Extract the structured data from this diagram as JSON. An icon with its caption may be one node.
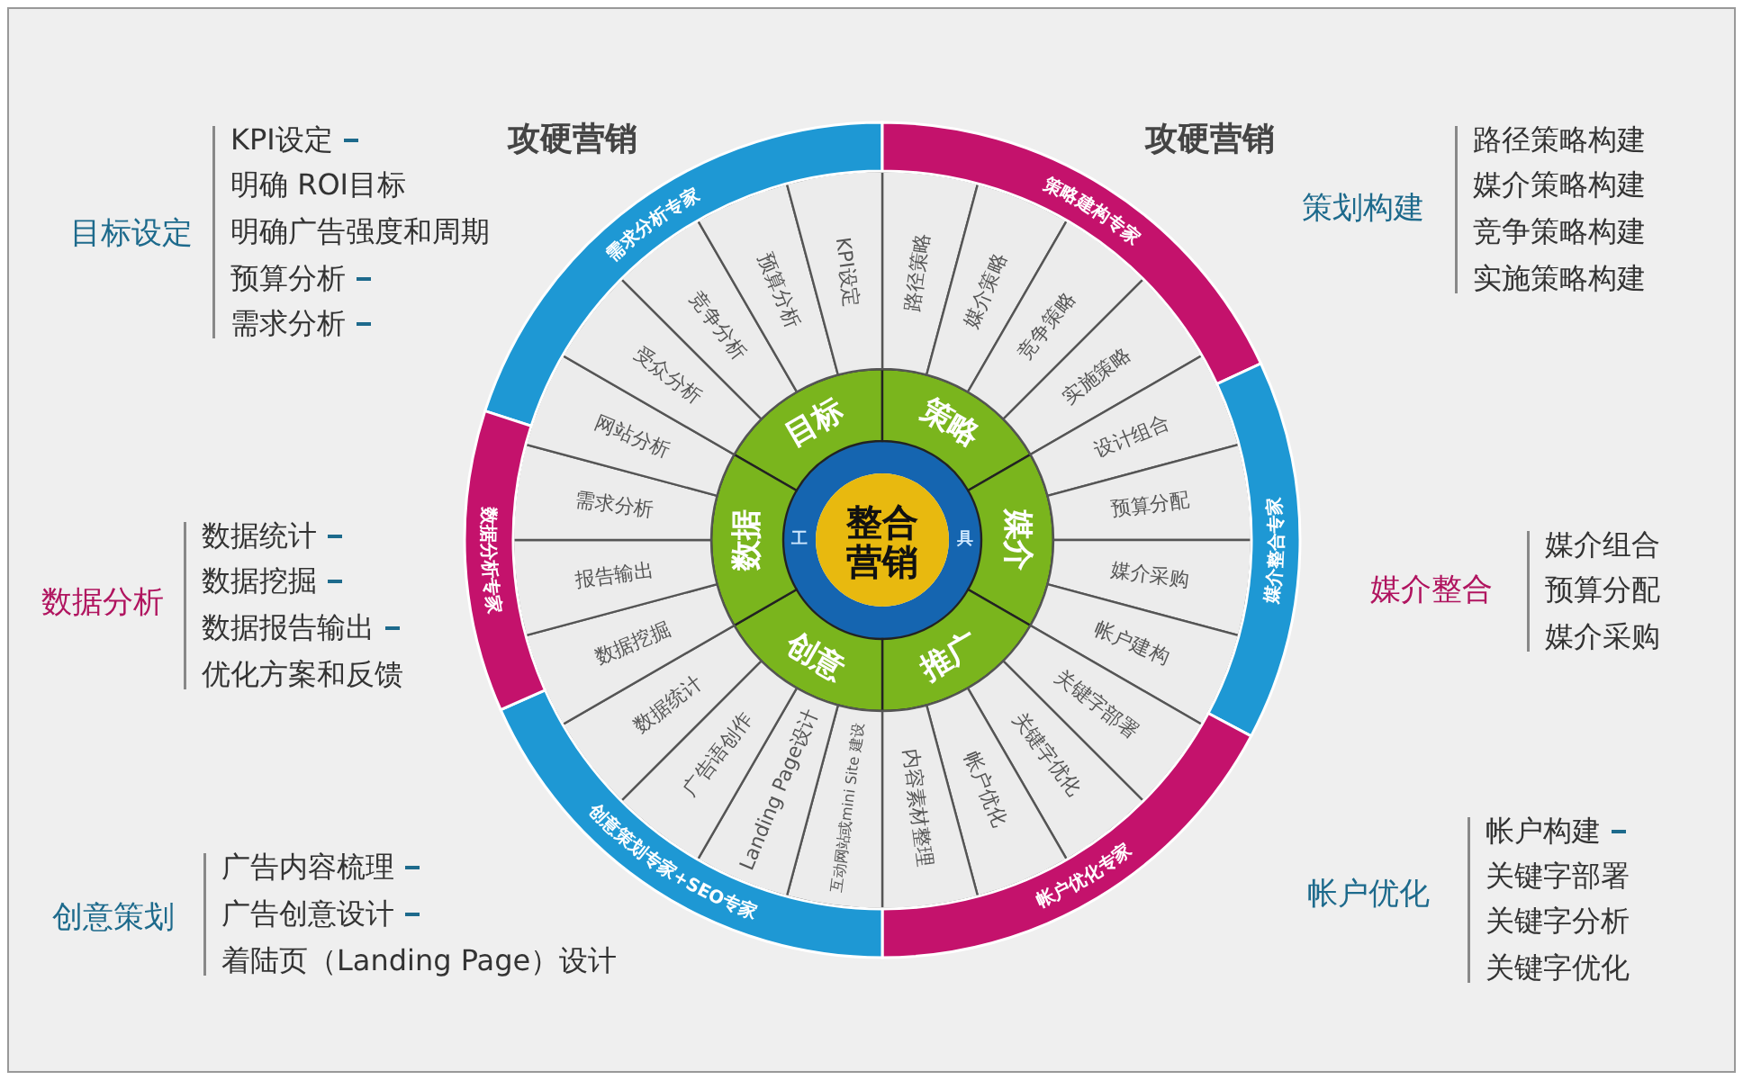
{
  "diagram": {
    "nodes": [
      {
        "text": [
          "整合营销"
        ],
        "in": 1
      },
      {
        "text": [
          "工",
          "具"
        ]
      },
      {
        "text": [
          "目标"
        ]
      },
      {
        "text": [
          "策略"
        ]
      },
      {
        "text": [
          "媒介"
        ]
      },
      {
        "text": [
          "推广"
        ]
      },
      {
        "text": [
          "创意"
        ]
      },
      {
        "text": [
          "数据"
        ]
      },
      {
        "text": [
          "路径策略"
        ]
      },
      {
        "text": [
          "媒介策略"
        ]
      },
      {
        "text": [
          "竞争策略"
        ]
      },
      {
        "text": [
          "实施策略"
        ]
      },
      {
        "text": [
          "设计组合"
        ]
      },
      {
        "text": [
          "预算分配"
        ]
      },
      {
        "text": [
          "媒介采购"
        ]
      },
      {
        "text": [
          "帐户建构"
        ]
      },
      {
        "text": [
          "关键字部署"
        ]
      },
      {
        "text": [
          "关键字优化"
        ]
      },
      {
        "text": [
          "帐户优化"
        ]
      },
      {
        "text": [
          "内容素材整理"
        ]
      },
      {
        "text": [
          "互动网站或mini Site 建设"
        ]
      },
      {
        "text": [
          "Landing Page设计"
        ]
      },
      {
        "text": [
          "广告语创作"
        ]
      },
      {
        "text": [
          "数据统计"
        ]
      },
      {
        "text": [
          "数据挖掘"
        ]
      },
      {
        "text": [
          "报告输出"
        ]
      },
      {
        "text": [
          "需求分析"
        ]
      },
      {
        "text": [
          "网站分析"
        ]
      },
      {
        "text": [
          "受众分析"
        ]
      },
      {
        "text": [
          "竞争分析"
        ]
      },
      {
        "text": [
          "预算分析"
        ]
      },
      {
        "text": [
          "KPI设定"
        ]
      },
      {
        "text": [
          "需求分析专家"
        ]
      },
      {
        "text": [
          "策略建构专家"
        ]
      },
      {
        "text": [
          "媒介整合专家"
        ]
      },
      {
        "text": [
          "帐户优化专家"
        ]
      },
      {
        "text": [
          "创意策划专家+SEO专家"
        ]
      },
      {
        "text": [
          "数据分析专家"
        ]
      }
    ],
    "edges": [],
    "labels": [
      "攻硬营销",
      "攻硬营销",
      "目标设定",
      "KPI设定",
      "明确 ROI目标",
      "明确广告强度和周期",
      "预算分析",
      "需求分析",
      "策划构建",
      "路径策略构建",
      "媒介策略构建",
      "竞争策略构建",
      "实施策略构建",
      "数据分析",
      "数据统计",
      "数据挖掘",
      "数据报告输出",
      "优化方案和反馈",
      "媒介整合",
      "媒介组合",
      "预算分配",
      "媒介采购",
      "创意策划",
      "广告内容梳理",
      "广告创意设计",
      "着陆页（Landing Page）设计",
      "帐户优化",
      "帐户构建",
      "关键字部署",
      "关键字分析",
      "关键字优化"
    ]
  }
}
